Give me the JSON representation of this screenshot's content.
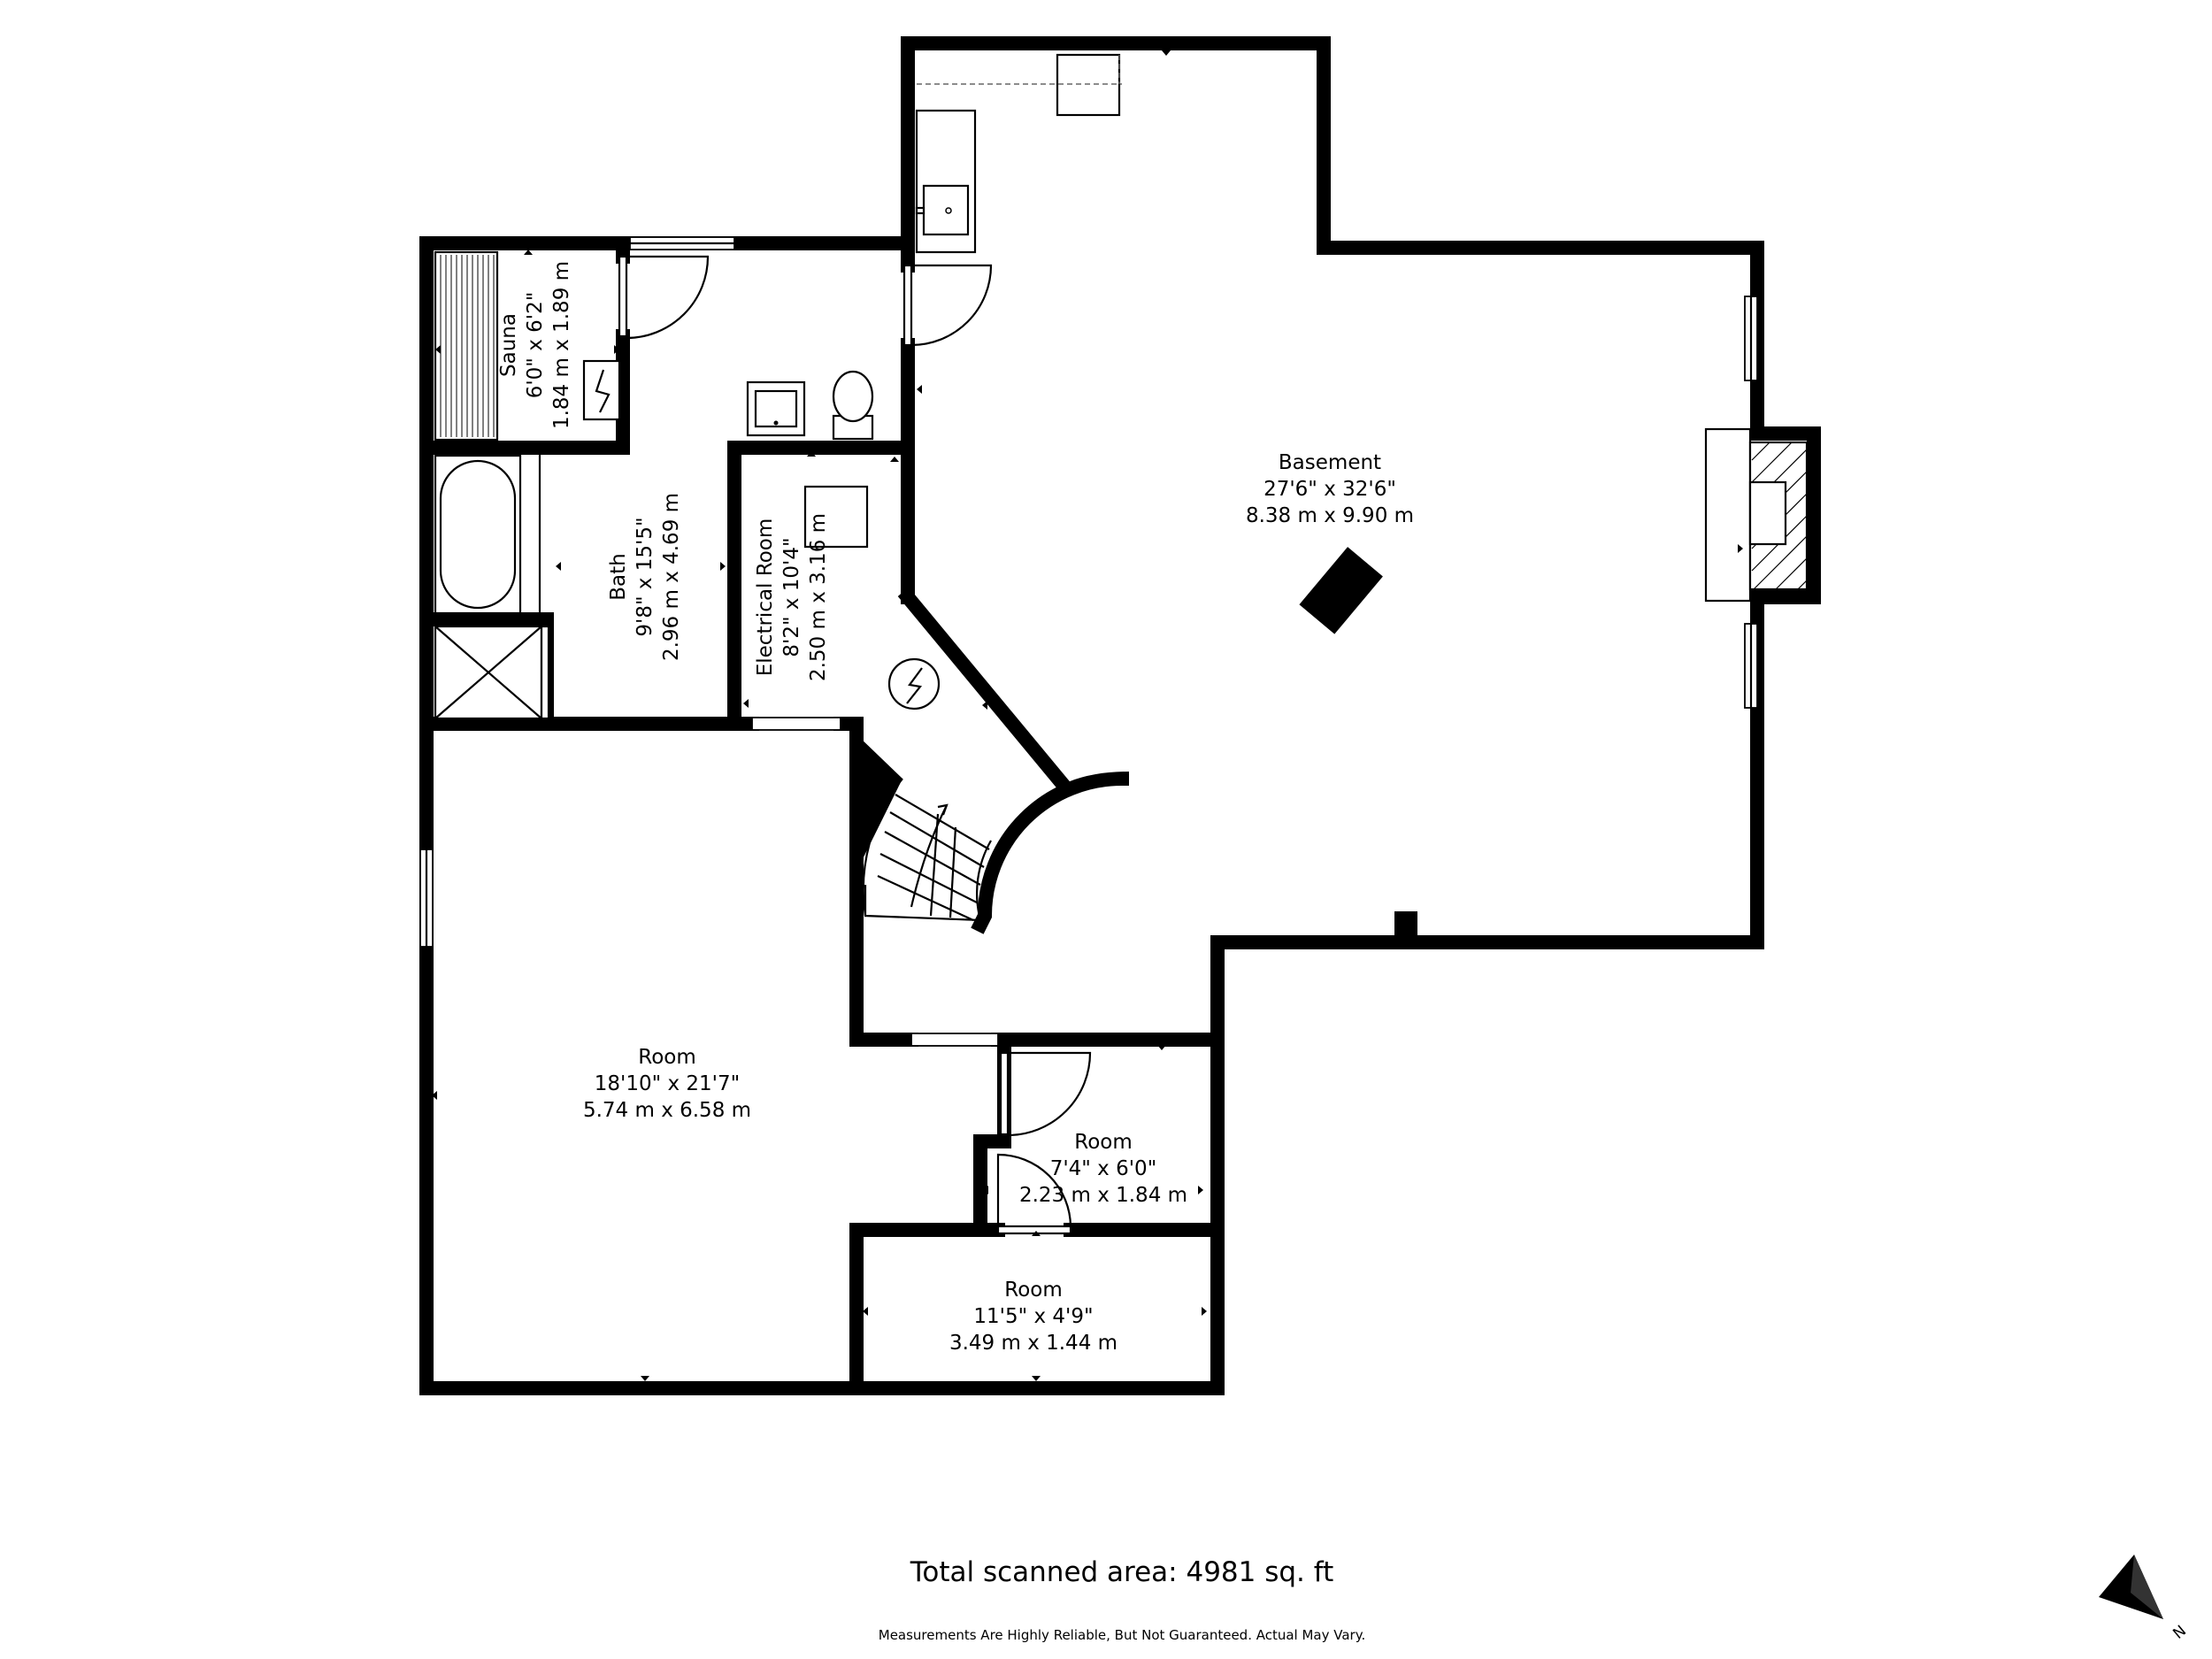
{
  "rooms": {
    "sauna": {
      "name": "Sauna",
      "imperial": "6'0\" x 6'2\"",
      "metric": "1.84 m x 1.89 m"
    },
    "bath": {
      "name": "Bath",
      "imperial": "9'8\" x 15'5\"",
      "metric": "2.96 m x 4.69 m"
    },
    "electrical": {
      "name": "Electrical Room",
      "imperial": "8'2\" x 10'4\"",
      "metric": "2.50 m x 3.16 m"
    },
    "basement": {
      "name": "Basement",
      "imperial": "27'6\" x 32'6\"",
      "metric": "8.38 m x 9.90 m"
    },
    "room_large": {
      "name": "Room",
      "imperial": "18'10\" x 21'7\"",
      "metric": "5.74 m x 6.58 m"
    },
    "room_small": {
      "name": "Room",
      "imperial": "7'4\" x 6'0\"",
      "metric": "2.23 m x 1.84 m"
    },
    "room_bottom": {
      "name": "Room",
      "imperial": "11'5\" x 4'9\"",
      "metric": "3.49 m x 1.44 m"
    }
  },
  "footer": {
    "total_area": "Total scanned area: 4981 sq. ft",
    "disclaimer": "Measurements Are Highly Reliable, But Not Guaranteed. Actual May Vary."
  },
  "compass": {
    "label": "N",
    "icon": "north-arrow-icon"
  }
}
